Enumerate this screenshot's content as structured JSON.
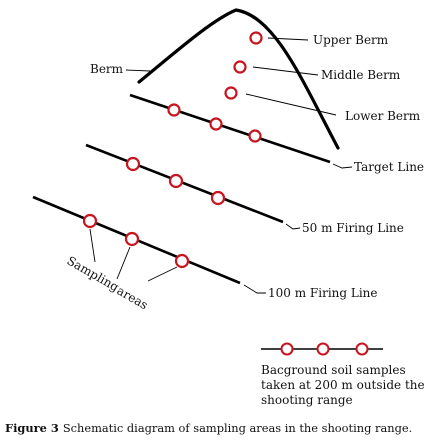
{
  "colors": {
    "line": "#000000",
    "sample_marker": "#c8141e",
    "text": "#111111"
  },
  "labels": {
    "upper_berm": "Upper Berm",
    "middle_berm": "Middle Berm",
    "lower_berm": "Lower Berm",
    "berm": "Berm",
    "target_line": "Target Line",
    "firing_50": "50 m Firing Line",
    "firing_100": "100 m Firing Line",
    "sampling_word": "Sampling",
    "areas_word": "areas",
    "background_line1": "Bacground soil samples",
    "background_line2": "taken at 200 m outside the",
    "background_line3": "shooting range"
  },
  "caption": {
    "figure_label": "Figure 3",
    "text": "Schematic diagram of sampling areas in the shooting range."
  }
}
